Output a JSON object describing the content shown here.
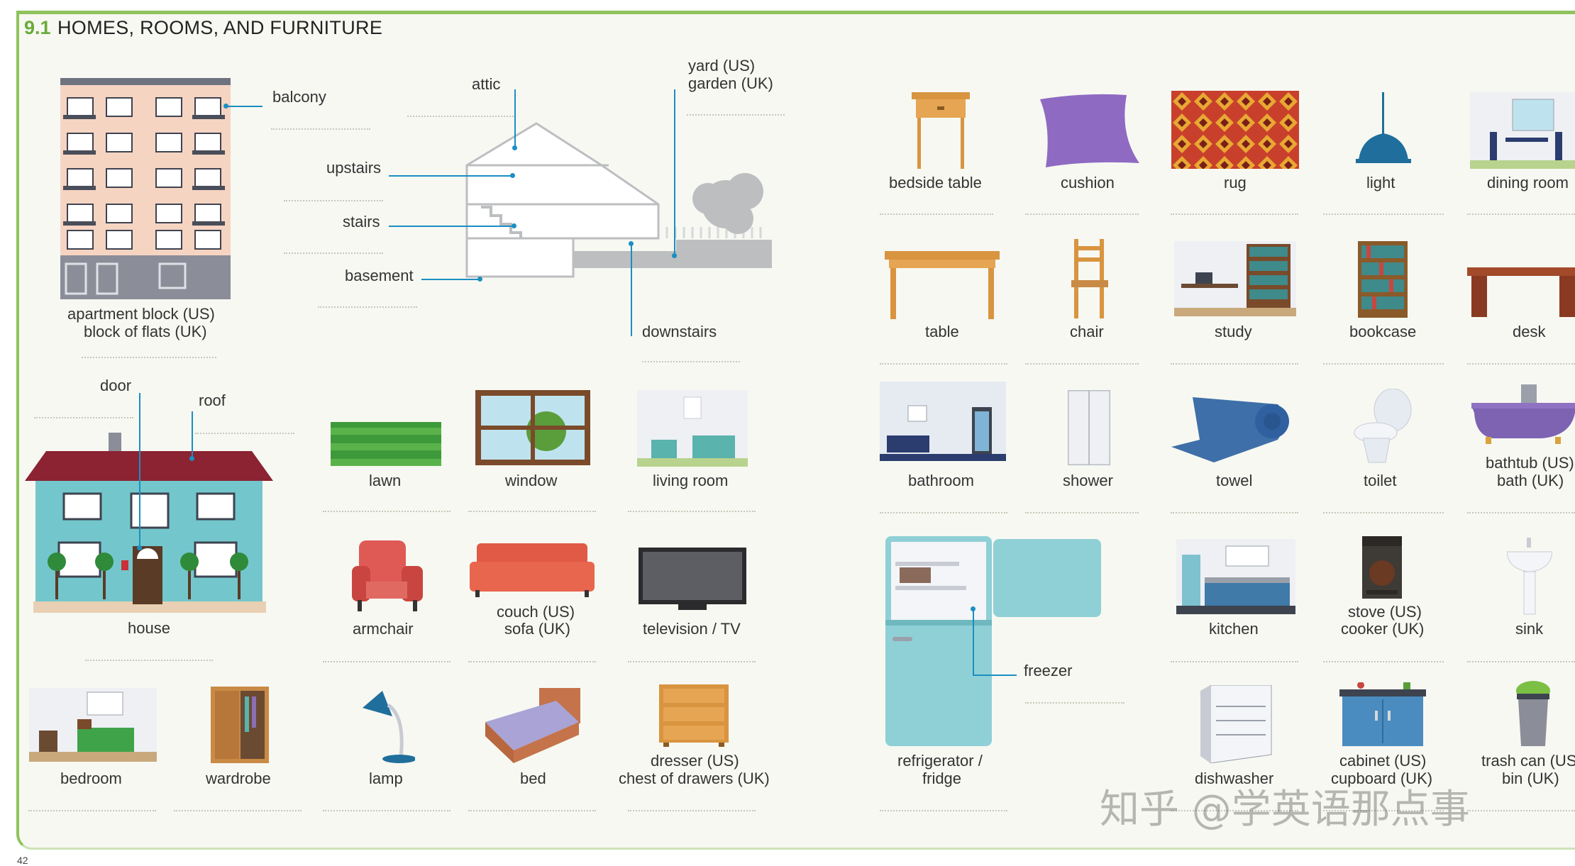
{
  "section": {
    "number": "9.1",
    "title": "HOMES, ROOMS, AND FURNITURE"
  },
  "labels": {
    "balcony": "balcony",
    "attic": "attic",
    "yard": [
      "yard (US)",
      "garden (UK)"
    ],
    "upstairs": "upstairs",
    "stairs": "stairs",
    "basement": "basement",
    "apartment": [
      "apartment block (US)",
      "block of flats (UK)"
    ],
    "downstairs": "downstairs",
    "door": "door",
    "roof": "roof",
    "house": "house",
    "freezer": "freezer",
    "fridge": [
      "refrigerator /",
      "fridge"
    ]
  },
  "items": {
    "bedside_table": "bedside table",
    "cushion": "cushion",
    "rug": "rug",
    "light": "light",
    "dining_room": "dining room",
    "table": "table",
    "chair": "chair",
    "study": "study",
    "bookcase": "bookcase",
    "desk": "desk",
    "lawn": "lawn",
    "window": "window",
    "living_room": "living room",
    "bathroom": "bathroom",
    "shower": "shower",
    "towel": "towel",
    "toilet": "toilet",
    "bathtub": [
      "bathtub (US)",
      "bath (UK)"
    ],
    "armchair": "armchair",
    "couch": [
      "couch (US)",
      "sofa (UK)"
    ],
    "television": "television / TV",
    "kitchen": "kitchen",
    "stove": [
      "stove (US)",
      "cooker (UK)"
    ],
    "sink": "sink",
    "bedroom": "bedroom",
    "wardrobe": "wardrobe",
    "lamp": "lamp",
    "bed": "bed",
    "dresser": [
      "dresser (US)",
      "chest of drawers (UK)"
    ],
    "dishwasher": "dishwasher",
    "cabinet": [
      "cabinet (US)",
      "cupboard (UK)"
    ],
    "trash_can": [
      "trash can (US)",
      "bin (UK)"
    ]
  },
  "page_number": "42",
  "watermark": "知乎 @学英语那点事",
  "colors": {
    "accent": "#8fc35d",
    "section_number": "#6aab3a",
    "callout": "#1a8fc2",
    "panel": "#f7f8f2"
  }
}
